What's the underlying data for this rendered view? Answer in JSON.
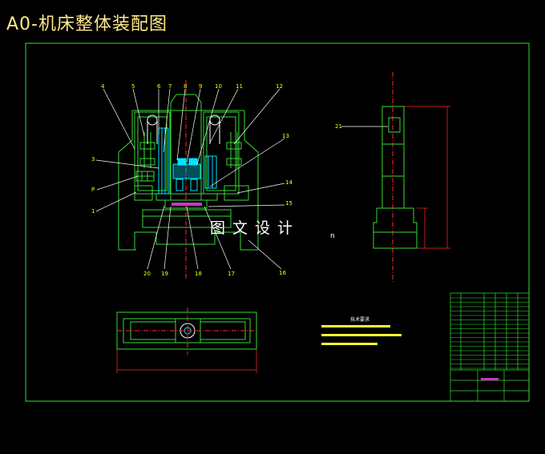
{
  "title": "A0-机床整体装配图",
  "watermark": "图文设计",
  "watermark_sub": "n",
  "part_labels": [
    "4",
    "5",
    "6",
    "7",
    "8",
    "9",
    "10",
    "11",
    "12",
    "3",
    "P",
    "1",
    "13",
    "14",
    "15",
    "20",
    "19",
    "18",
    "17",
    "16",
    "21"
  ],
  "tech_req_title": "技术要求",
  "colors": {
    "frame": "#33dd33",
    "label": "#ffff00",
    "leader": "#ffffff",
    "cyan": "#00e5ff",
    "red": "#ff2a2a",
    "yellow_bar": "#ffff33",
    "magenta": "#cc33cc",
    "title_text": "#ffe98a"
  }
}
